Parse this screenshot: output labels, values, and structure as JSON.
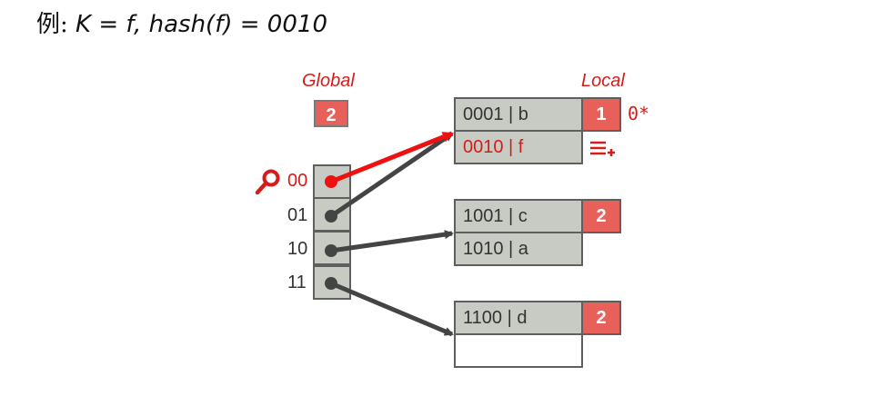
{
  "title": {
    "prefix": "例:",
    "formula": "K = f, hash(f) = 0010"
  },
  "global": {
    "label": "Global",
    "depth": "2"
  },
  "local": {
    "label": "Local"
  },
  "directory": [
    {
      "bits": "00",
      "highlighted": true
    },
    {
      "bits": "01",
      "highlighted": false
    },
    {
      "bits": "10",
      "highlighted": false
    },
    {
      "bits": "11",
      "highlighted": false
    }
  ],
  "buckets": [
    {
      "local_depth": "1",
      "entries": [
        "0001 | b",
        "0010 | f"
      ],
      "annotation": "0*"
    },
    {
      "local_depth": "2",
      "entries": [
        "1001 | c",
        "1010 | a"
      ]
    },
    {
      "local_depth": "2",
      "entries": [
        "1100 | d",
        ""
      ]
    }
  ],
  "colors": {
    "highlight": "#d61b1b",
    "depth_box": "#e8605a",
    "cell": "#c8cbc3",
    "arrow": "#444444"
  },
  "icons": [
    "magnifier-icon",
    "insert-lines-icon"
  ]
}
